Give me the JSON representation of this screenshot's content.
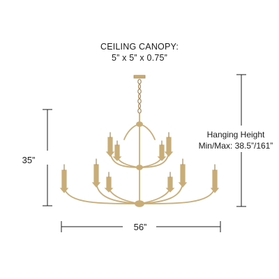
{
  "canopy": {
    "title": "CEILING CANOPY:",
    "dimensions": "5” x 5” x 0.75”"
  },
  "height": {
    "label": "35”"
  },
  "width": {
    "label": "56”"
  },
  "hanging": {
    "title": "Hanging Height",
    "range": "Min/Max: 38.5”/161”"
  },
  "colors": {
    "brass": "#c9ad78",
    "brass_dark": "#a8895a",
    "dimension_line": "#1a1a1a"
  }
}
